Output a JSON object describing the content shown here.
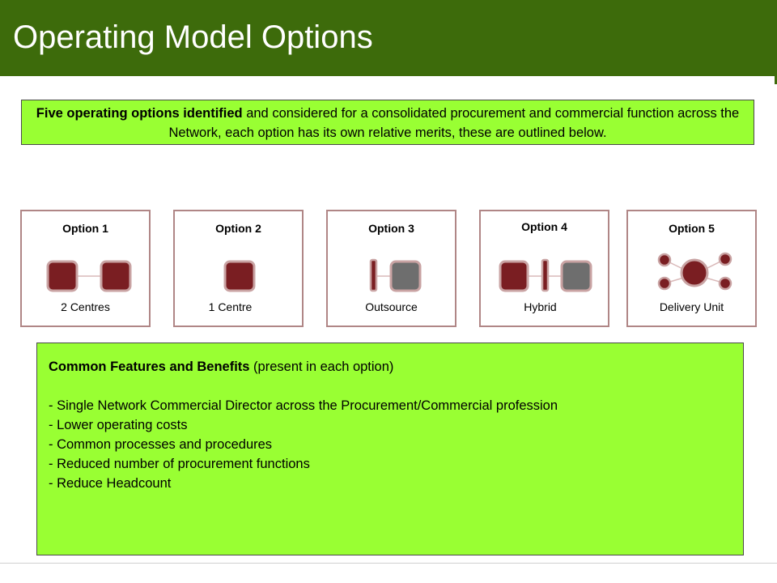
{
  "header": {
    "title": "Operating Model Options"
  },
  "intro": {
    "bold": "Five operating options identified",
    "text": " and considered for a consolidated procurement and commercial function across the Network, each option has its own relative merits, these are outlined  below."
  },
  "options": [
    {
      "title": "Option 1",
      "label": "2 Centres"
    },
    {
      "title": "Option 2",
      "label": "1 Centre"
    },
    {
      "title": "Option 3",
      "label": "Outsource"
    },
    {
      "title": "Option 4",
      "label": "Hybrid"
    },
    {
      "title": "Option 5",
      "label": "Delivery Unit"
    }
  ],
  "features": {
    "heading_bold": "Common Features and Benefits",
    "heading_rest": " (present in each option)",
    "items": [
      "- Single Network Commercial Director across the Procurement/Commercial profession",
      "- Lower operating costs",
      "- Common processes and procedures",
      "- Reduced number of procurement functions",
      "- Reduce Headcount"
    ]
  },
  "colors": {
    "header_green": "#3d6b0b",
    "panel_green": "#99ff33",
    "centre_red": "#7a1e22",
    "outsource_grey": "#6e6e6e",
    "node_border": "#c9a3a3"
  }
}
